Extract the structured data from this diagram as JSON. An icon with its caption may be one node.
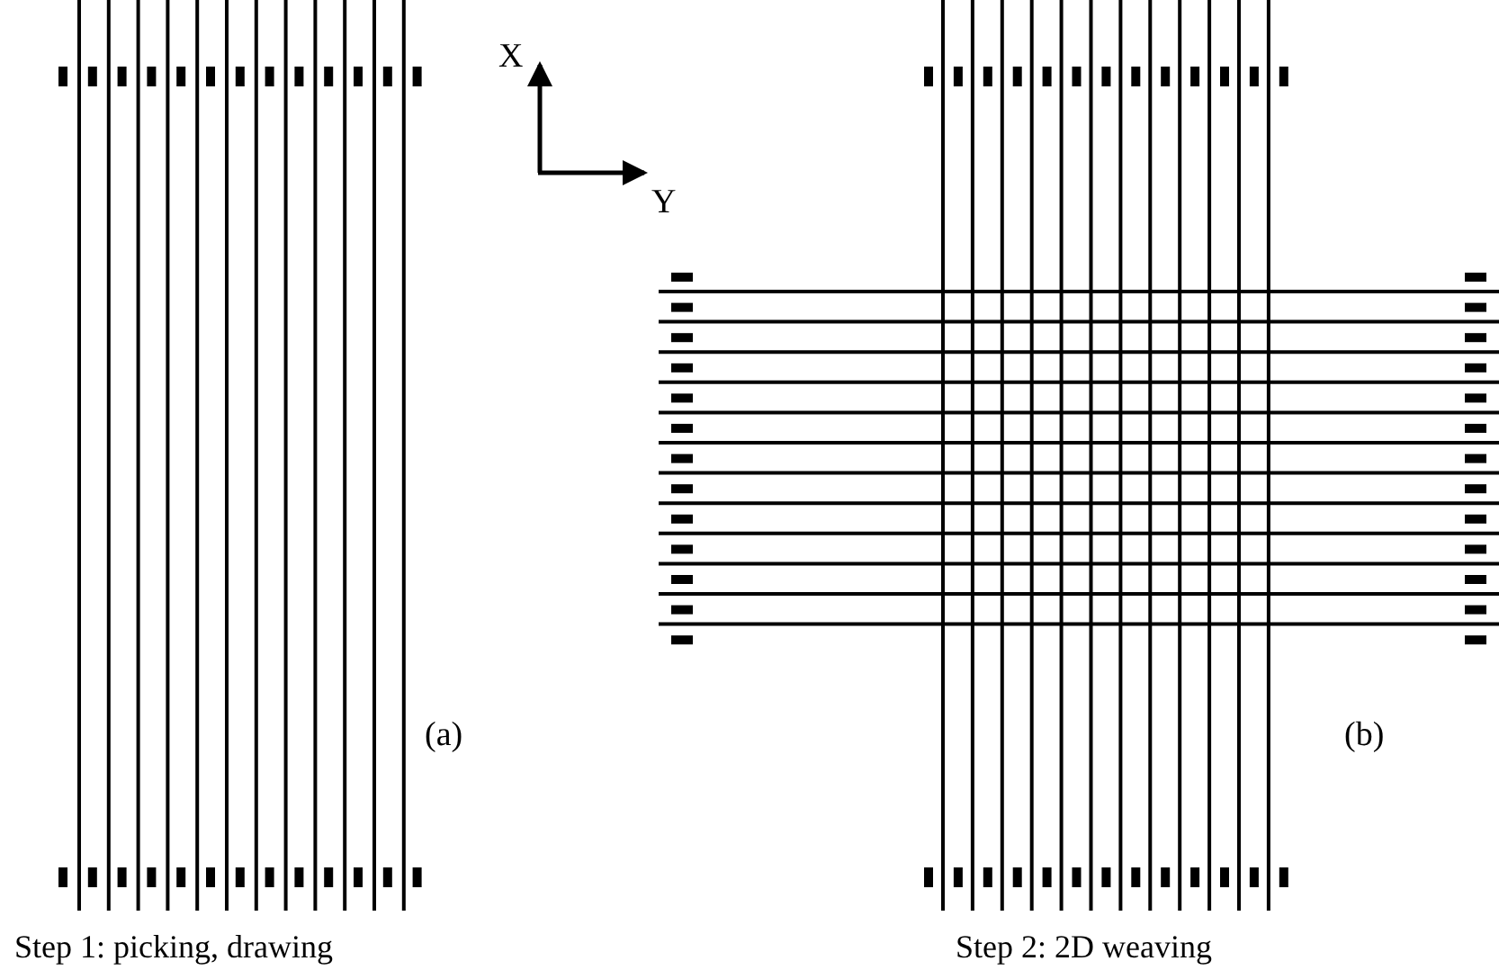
{
  "diagram": {
    "labels": [
      "X",
      "Y",
      "(a)",
      "(b)",
      "Step 1: picking, drawing",
      "Step 2: 2D weaving"
    ]
  }
}
